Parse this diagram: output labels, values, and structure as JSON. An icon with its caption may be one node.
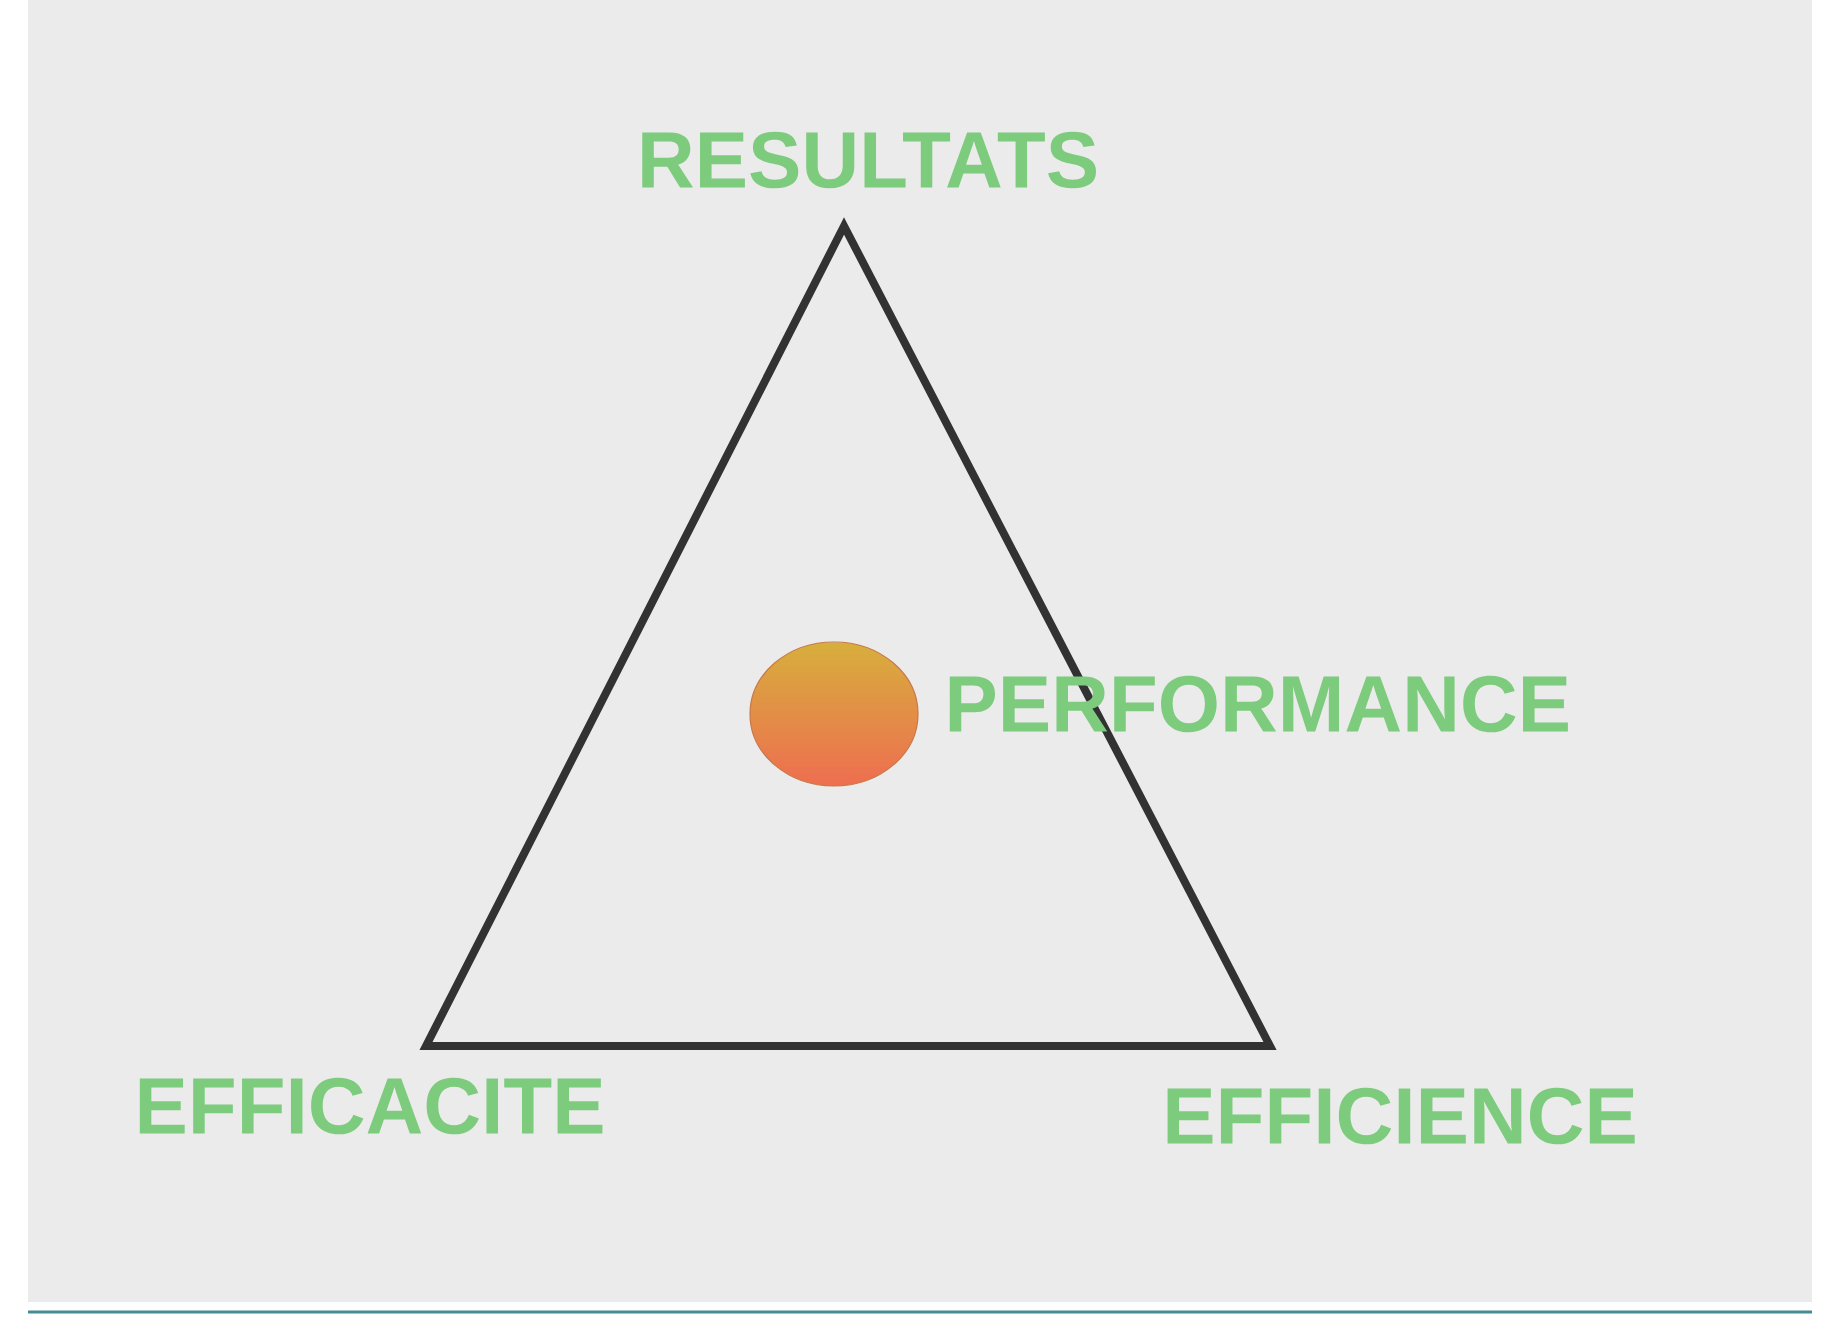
{
  "diagram": {
    "labels": [
      "RESULTATS",
      "PERFORMANCE",
      "EFFICACITE",
      "EFFICIENCE"
    ]
  }
}
